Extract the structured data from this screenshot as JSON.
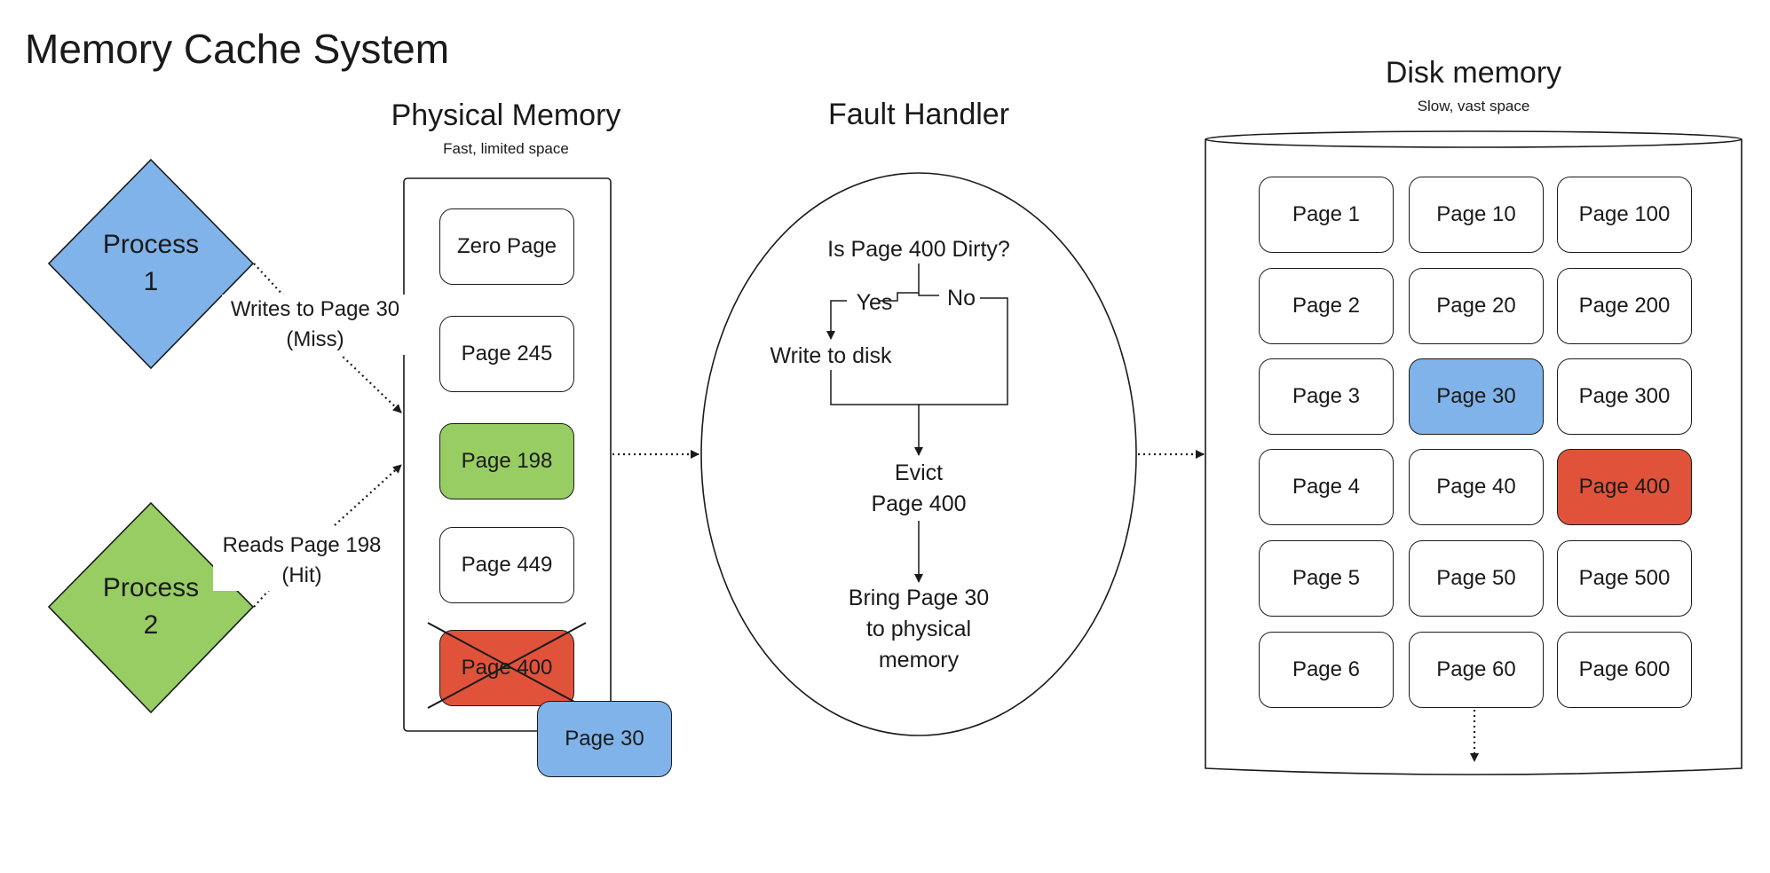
{
  "title": "Memory Cache System",
  "physical_memory": {
    "heading": "Physical Memory",
    "subtitle": "Fast, limited space",
    "pages": [
      "Zero Page",
      "Page 245",
      "Page 198",
      "Page 449",
      "Page 400"
    ],
    "incoming_page": "Page 30"
  },
  "fault_handler": {
    "heading": "Fault Handler",
    "question": "Is Page 400 Dirty?",
    "yes_label": "Yes",
    "no_label": "No",
    "write_step": "Write to disk",
    "evict_line1": "Evict",
    "evict_line2": "Page 400",
    "bring_line1": "Bring Page 30",
    "bring_line2": "to physical",
    "bring_line3": "memory"
  },
  "disk_memory": {
    "heading": "Disk memory",
    "subtitle": "Slow, vast space",
    "columns": [
      [
        "Page 1",
        "Page 2",
        "Page 3",
        "Page 4",
        "Page 5",
        "Page 6"
      ],
      [
        "Page 10",
        "Page 20",
        "Page 30",
        "Page 40",
        "Page 50",
        "Page 60"
      ],
      [
        "Page 100",
        "Page 200",
        "Page 300",
        "Page 400",
        "Page 500",
        "Page 600"
      ]
    ]
  },
  "processes": [
    {
      "line1": "Process",
      "line2": "1",
      "action_line1": "Writes to Page 30",
      "action_line2": "(Miss)",
      "color": "#7fb3e9"
    },
    {
      "line1": "Process",
      "line2": "2",
      "action_line1": "Reads Page 198",
      "action_line2": "(Hit)",
      "color": "#97cd63"
    }
  ],
  "colors": {
    "hit_green": "#97cd63",
    "evicted_red": "#e0533a",
    "fetched_blue": "#7fb3e9",
    "outline": "#1a1a1a"
  }
}
